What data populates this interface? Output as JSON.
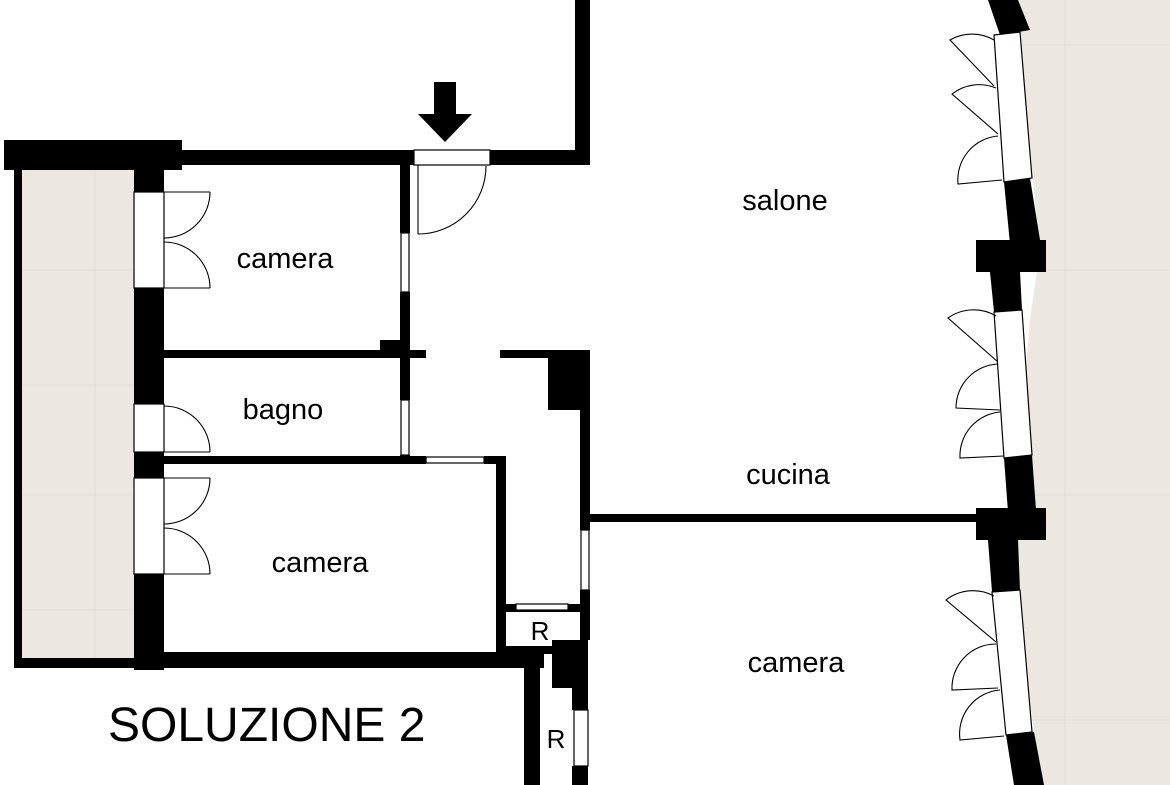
{
  "plan": {
    "title": "SOLUZIONE 2",
    "rooms": {
      "salone": "salone",
      "cucina": "cucina",
      "camera_top_left": "camera",
      "bagno": "bagno",
      "camera_left": "camera",
      "camera_right": "camera",
      "ripostiglio_1": "R",
      "ripostiglio_2": "R"
    },
    "icons": {
      "entrance": "entrance-arrow-icon"
    },
    "colors": {
      "wall": "#000000",
      "balcony_floor": "#ece7e0",
      "background": "#ffffff"
    }
  }
}
